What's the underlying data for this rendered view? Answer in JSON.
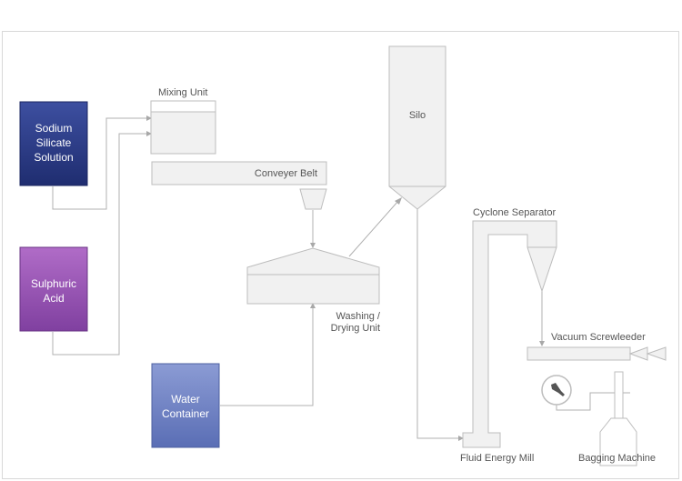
{
  "nodes": {
    "sodium_silicate": {
      "lines": [
        "Sodium",
        "Silicate",
        "Solution"
      ],
      "color": "#2e3f8a"
    },
    "sulphuric_acid": {
      "lines": [
        "Sulphuric",
        "Acid"
      ],
      "color": "#9554b0"
    },
    "water_container": {
      "lines": [
        "Water",
        "Container"
      ],
      "color": "#6f83c3"
    },
    "mixing_unit": {
      "label": "Mixing Unit"
    },
    "conveyer_belt": {
      "label": "Conveyer Belt"
    },
    "washing_drying": {
      "lines": [
        "Washing /",
        "Drying Unit"
      ]
    },
    "silo": {
      "label": "Silo"
    },
    "cyclone_separator": {
      "label": "Cyclone Separator"
    },
    "vacuum_screwfeeder": {
      "label": "Vacuum Screwleeder"
    },
    "fluid_energy_mill": {
      "label": "Fluid Energy Mill"
    },
    "bagging_machine": {
      "label": "Bagging Machine"
    }
  }
}
